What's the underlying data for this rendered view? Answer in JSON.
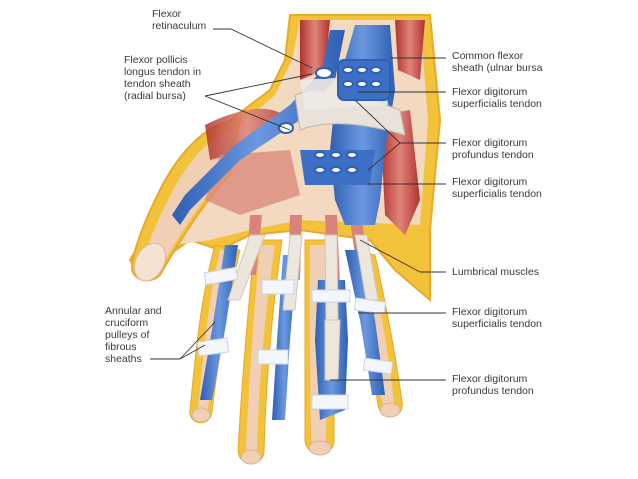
{
  "labels": {
    "flexor_retinaculum": [
      "Flexor",
      "retinaculum"
    ],
    "fpl_sheath": [
      "Flexor pollicis",
      "longus  tendon in",
      "tendon sheath",
      "(radial bursa)"
    ],
    "pulleys": [
      "Annular and",
      "cruciform",
      "pulleys of",
      "fibrous",
      "sheaths"
    ],
    "common_sheath": [
      "Common flexor",
      "sheath (ulnar bursa"
    ],
    "fds_1": [
      "Flexor digitorum",
      "superficialis tendon"
    ],
    "fdp_1": [
      "Flexor digitorum",
      "profundus tendon"
    ],
    "fds_2": [
      "Flexor digitorum",
      "superficialis tendon"
    ],
    "lumbrical": [
      "Lumbrical muscles"
    ],
    "fds_3": [
      "Flexor digitorum",
      "superficialis tendon"
    ],
    "fdp_2": [
      "Flexor digitorum",
      "profundus tendon"
    ]
  },
  "colors": {
    "skin": "#f1cfb4",
    "fat": "#f2c23a",
    "sheath": "#3d6fc4",
    "muscle": "#c9463f",
    "tendon": "#e9e4dc",
    "leader": "#333333"
  }
}
